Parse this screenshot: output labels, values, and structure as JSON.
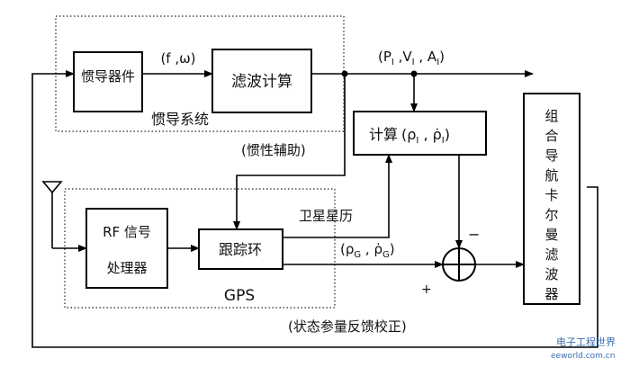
{
  "blocks": {
    "ins_device": "惯导器件",
    "filter_calc": "滤波计算",
    "ins_system": "惯导系统",
    "calc": "计算",
    "rf_line1": "RF 信号",
    "rf_line2": "处理器",
    "tracking_loop": "跟踪环",
    "gps": "GPS",
    "kalman": [
      "组",
      "合",
      "导",
      "航",
      "卡",
      "尔",
      "曼",
      "滤",
      "波",
      "器"
    ]
  },
  "labels": {
    "f_omega": "(f ,ω)",
    "p_v_a": "(P",
    "p_sub": "I",
    "v_part": " ,V",
    "v_sub": "I",
    "a_part": " , A",
    "a_sub": "I",
    "a_close": ")",
    "calc_rho": "(ρ",
    "calc_rho_sub": "I",
    "calc_comma": " , ",
    "calc_rhodot": "ρ̇",
    "calc_rhodot_sub": "I",
    "calc_close": ")",
    "inertial_aid": "(惯性辅助)",
    "ephemeris": "卫星星历",
    "g_rho": "(ρ",
    "g_rho_sub": "G",
    "g_comma": " , ",
    "g_rhodot": "ρ̇",
    "g_rhodot_sub": "G",
    "g_close": ")",
    "minus": "−",
    "plus": "+",
    "feedback": "(状态参量反馈校正)"
  },
  "watermark": {
    "text": "电子工程世界",
    "url": "eeworld.com.cn"
  }
}
